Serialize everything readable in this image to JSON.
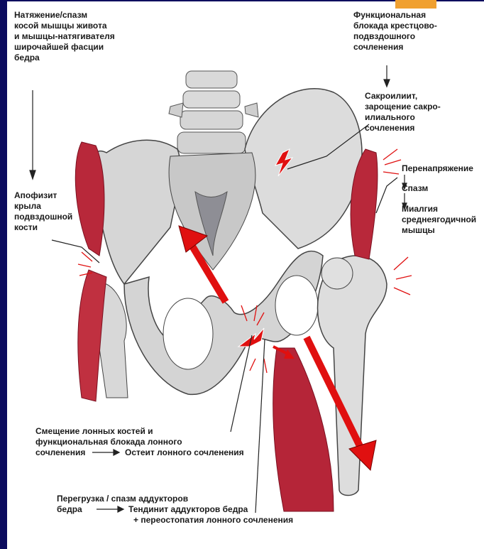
{
  "labels": {
    "tl": [
      "Натяжение/спазм",
      "косой мышцы живота",
      "и мышцы-натягивателя",
      "широчайшей фасции",
      "бедра"
    ],
    "tr": [
      "Функциональная",
      "блокада крестцово-",
      "подвздошного",
      "сочленения"
    ],
    "sacro": [
      "Сакроилиит,",
      "зарощение сакро-",
      "илиального",
      "сочленения"
    ],
    "over1": "Перенапряжение",
    "over2": "Спазм",
    "over3": [
      "Миалгия",
      "среднеягодичной",
      "мышцы"
    ],
    "apo": [
      "Апофизит",
      "крыла",
      "подвздошной",
      "кости"
    ],
    "pubic": [
      "Смещение лонных костей и",
      "функциональная блокада лонного",
      "сочленения",
      "Остеит лонного сочленения"
    ],
    "adductor": [
      "Перегрузка / спазм аддукторов",
      "бедра",
      "Тендинит аддукторов бедра",
      "+ переостопатия лонного сочленения"
    ]
  },
  "colors": {
    "background": "#0b0b5e",
    "accent": "#f0a030",
    "arrow": "#e01010",
    "muscle": "#b8283a",
    "bone": "#d8d8d8"
  }
}
